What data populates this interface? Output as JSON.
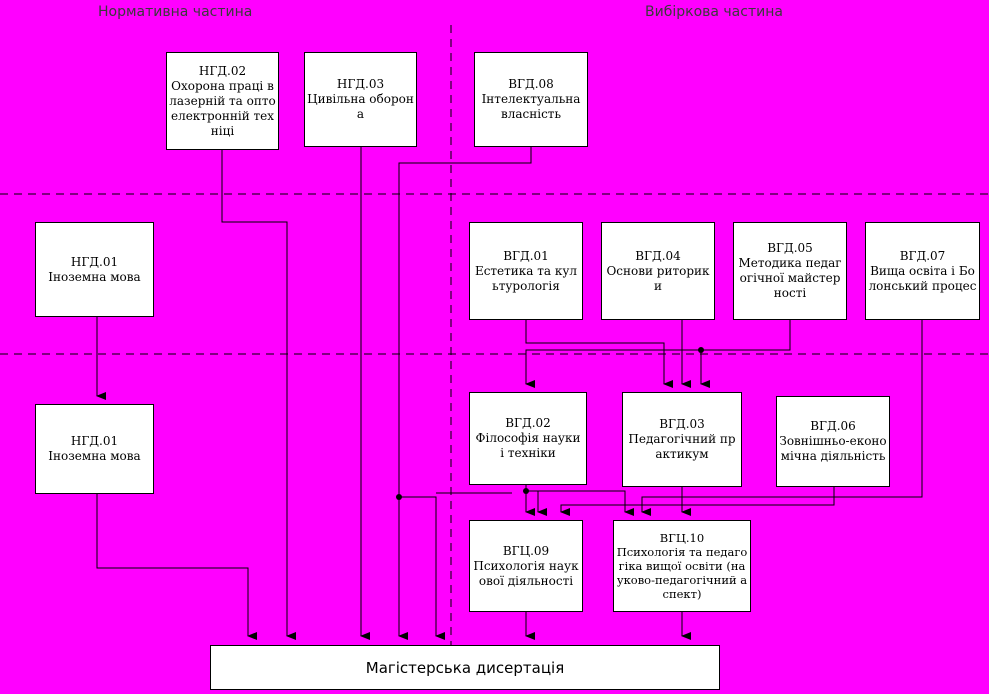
{
  "colors": {
    "background": "#FF00FF",
    "box": "#FFFFFF",
    "line": "#000000"
  },
  "sections": {
    "normative": "Нормативна частина",
    "elective": "Вибіркова частина"
  },
  "nodes": {
    "ngd02": {
      "code": "НГД.02",
      "name": "Охорона праці в лазерній та оптоелектронній техніці"
    },
    "ngd03": {
      "code": "НГД.03",
      "name": "Цивільна оборона"
    },
    "vgd08": {
      "code": "ВГД.08",
      "name": "Інтелектуальна власність"
    },
    "ngd01a": {
      "code": "НГД.01",
      "name": "Іноземна мова"
    },
    "vgd01": {
      "code": "ВГД.01",
      "name": "Естетика та культурологія"
    },
    "vgd04": {
      "code": "ВГД.04",
      "name": "Основи риторики"
    },
    "vgd05": {
      "code": "ВГД.05",
      "name": "Методика педагогічної майстерності"
    },
    "vgd07": {
      "code": "ВГД.07",
      "name": "Вища освіта і Болонський процес"
    },
    "ngd01b": {
      "code": "НГД.01",
      "name": "Іноземна мова"
    },
    "vgd02": {
      "code": "ВГД.02",
      "name": "Філософія науки і техніки"
    },
    "vgd03": {
      "code": "ВГД.03",
      "name": "Педагогічний практикум"
    },
    "vgd06": {
      "code": "ВГД.06",
      "name": "Зовнішньо-економічна діяльність"
    },
    "vgc09": {
      "code": "ВГЦ.09",
      "name": "Психологія наукової діяльності"
    },
    "vgc10": {
      "code": "ВГЦ.10",
      "name": "Психологія та педагогіка вищої освіти (науково-педагогічний аспект)"
    }
  },
  "final": {
    "label": "Магістерська дисертація"
  }
}
